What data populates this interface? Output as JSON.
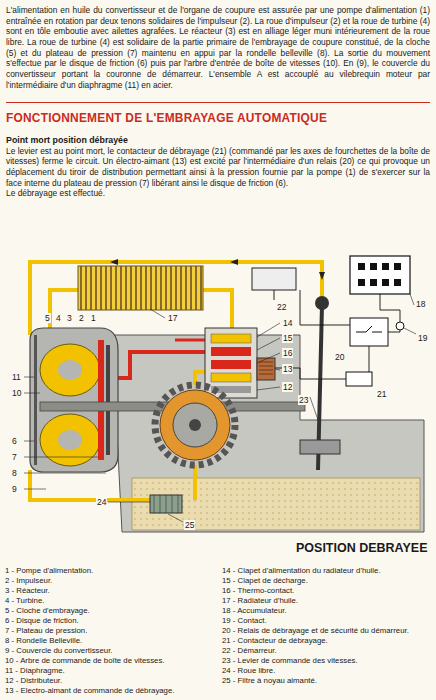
{
  "diagram": {
    "title": "FONCTIONNEMENT DE L'EMBRAYAGE AUTOMATIQUE",
    "labels": [
      "L'alimentation en huile du convertisseur et de l'organe de coupure est assurée par une pompe d'alimentation (1) entraînée en rotation par deux tenons solidaires de l'impulseur (2). La roue d'impulseur (2) et la roue de turbine (4) sont en tôle emboutie avec ailettes agrafées. Le réacteur (3) est en alliage léger muni intérieurement de la roue libre. La roue de turbine (4) est solidaire de la partie primaire de l'embrayage de coupure constitué, de la cloche (5) et du plateau de pression (7) maintenu en appui par la rondelle belleville (8). La sortie du mouvement s'effectue par le disque de friction (6) puis par l'arbre d'entrée de boîte de vitesses (10). En (9), le couvercle du convertisseur portant la couronne de démarreur. L'ensemble A est accouplé au vilebrequin moteur par l'intermédiaire d'un diaphragme (11) en acier.",
      "Point mort position débrayée",
      "Le levier est au point mort, le contacteur de débrayage (21) (commandé par les axes de fourchettes de la boîte de vitesses) ferme le circuit. Un électro-aimant (13) est excité par l'intermédiaire d'un relais (20) ce qui provoque un déplacement du tiroir de distribution permettant ainsi à la pression fournie par la pompe (1) de s'exercer sur la face interne du plateau de pression (7) libérant ainsi le disque de friction (6).",
      "Le débrayage est effectué.",
      "5",
      "4",
      "3",
      "2",
      "1",
      "17",
      "14",
      "15",
      "16",
      "13",
      "12",
      "11",
      "10",
      "6",
      "7",
      "8",
      "9",
      "24",
      "25",
      "22",
      "18",
      "19",
      "20",
      "21",
      "23",
      "POSITION DEBRAYEE",
      "1 - Pompe d'alimentation.",
      "2 - Impulseur.",
      "3 - Réacteur.",
      "4 - Turbine.",
      "5 - Cloche d'embrayage.",
      "6 - Disque de friction.",
      "7 - Plateau de pression.",
      "8 - Rondelle Belleville.",
      "9 - Couvercle du convertisseur.",
      "10 - Arbre de commande de boîte de vitesses.",
      "11 - Diaphragme.",
      "12 - Distributeur.",
      "13 - Electro-aimant de commande de débrayage.",
      "14 - Clapet d'alimentation du radiateur d'huile.",
      "15 - Clapet de décharge.",
      "16 - Thermo-contact.",
      "17 - Radiateur d'huile.",
      "18 - Accumulateur.",
      "19 - Contact.",
      "20 - Relais de débrayage et de sécurité du démarreur.",
      "21 - Contacteur de débrayage.",
      "22 - Démarreur.",
      "23 - Levier de commande des vitesses.",
      "24 - Roue libre.",
      "25 - Filtre à noyau aimanté."
    ]
  }
}
